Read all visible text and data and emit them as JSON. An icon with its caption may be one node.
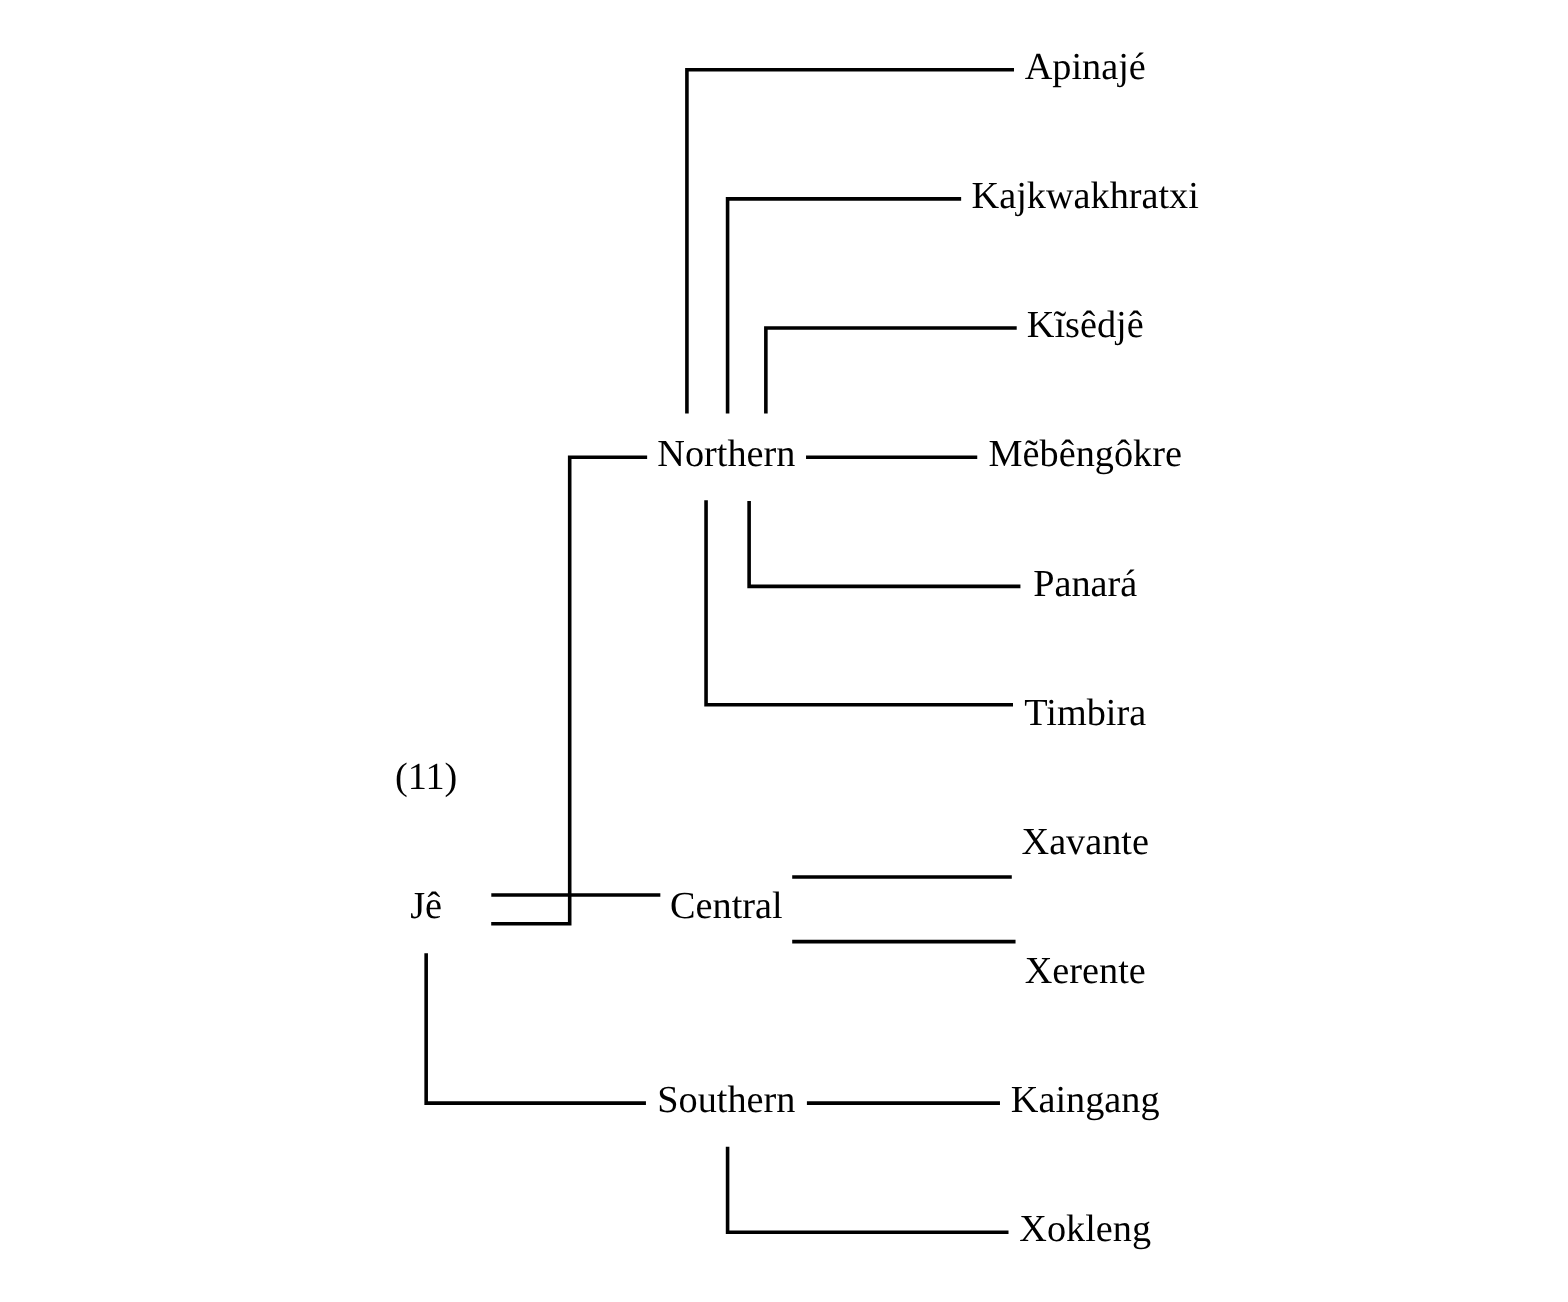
{
  "diagram": {
    "nodes": [
      {
        "text": [
          "Jê"
        ]
      },
      {
        "text": [
          "Northern"
        ]
      },
      {
        "text": [
          "Central"
        ]
      },
      {
        "text": [
          "Southern"
        ]
      },
      {
        "text": [
          "Apinajé"
        ]
      },
      {
        "text": [
          "Kajkwakhratxi"
        ]
      },
      {
        "text": [
          "Kĩsêdjê"
        ]
      },
      {
        "text": [
          "Mẽbêngôkre"
        ]
      },
      {
        "text": [
          "Panará"
        ]
      },
      {
        "text": [
          "Timbira"
        ]
      },
      {
        "text": [
          "Xavante"
        ]
      },
      {
        "text": [
          "Xerente"
        ]
      },
      {
        "text": [
          "Kaingang"
        ]
      },
      {
        "text": [
          "Xokleng"
        ]
      }
    ],
    "edges": [
      {
        "from": 0,
        "to": 1,
        "arrow": "none"
      },
      {
        "from": 0,
        "to": 2,
        "arrow": "none"
      },
      {
        "from": 0,
        "to": 3,
        "arrow": "none"
      },
      {
        "from": 1,
        "to": 4,
        "arrow": "none"
      },
      {
        "from": 1,
        "to": 5,
        "arrow": "none"
      },
      {
        "from": 1,
        "to": 6,
        "arrow": "none"
      },
      {
        "from": 1,
        "to": 7,
        "arrow": "none"
      },
      {
        "from": 1,
        "to": 8,
        "arrow": "none"
      },
      {
        "from": 1,
        "to": 9,
        "arrow": "none"
      },
      {
        "from": 2,
        "to": 10,
        "arrow": "none"
      },
      {
        "from": 2,
        "to": 11,
        "arrow": "none"
      },
      {
        "from": 3,
        "to": 12,
        "arrow": "none"
      },
      {
        "from": 3,
        "to": 13,
        "arrow": "none"
      }
    ],
    "labels": [
      "(11)"
    ]
  }
}
